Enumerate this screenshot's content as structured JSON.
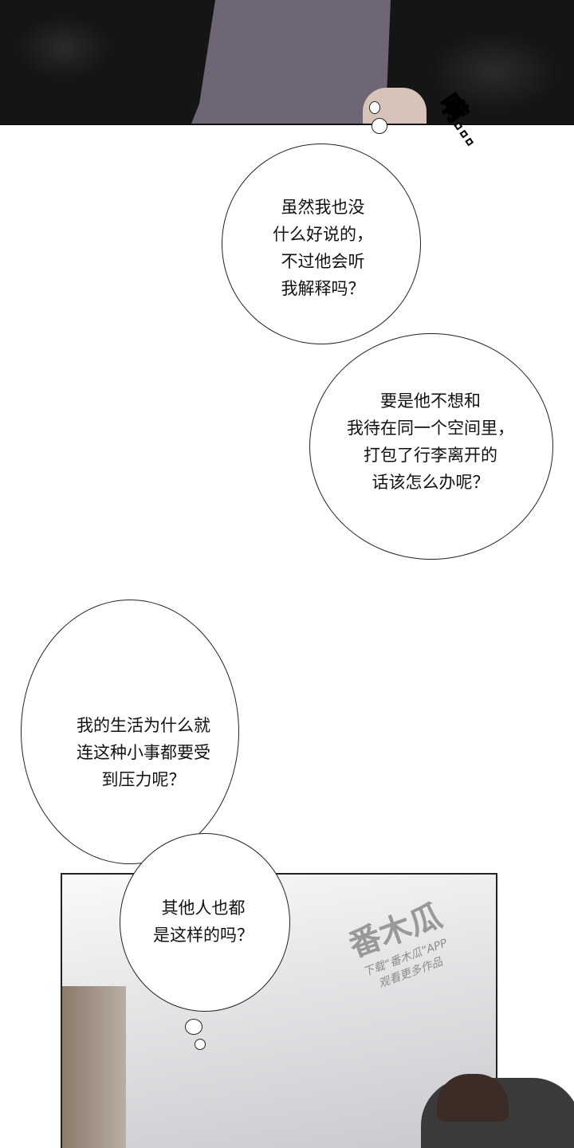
{
  "top_panel": {
    "sfx": "嗬..."
  },
  "bubbles": [
    {
      "lines": [
        "虽然我也没",
        "什么好说的，",
        "不过他会听",
        "我解释吗？"
      ]
    },
    {
      "lines": [
        "要是他不想和",
        "我待在同一个空间里，",
        "打包了行李离开的",
        "话该怎么办呢？"
      ]
    },
    {
      "lines": [
        "我的生活为什么就",
        "连这种小事都要受",
        "到压力呢？"
      ]
    },
    {
      "lines": [
        "其他人也都",
        "是这样的吗？"
      ]
    }
  ],
  "watermark": {
    "logo": "番木瓜",
    "line1": "下载“番木瓜”APP",
    "line2": "观看更多作品"
  }
}
